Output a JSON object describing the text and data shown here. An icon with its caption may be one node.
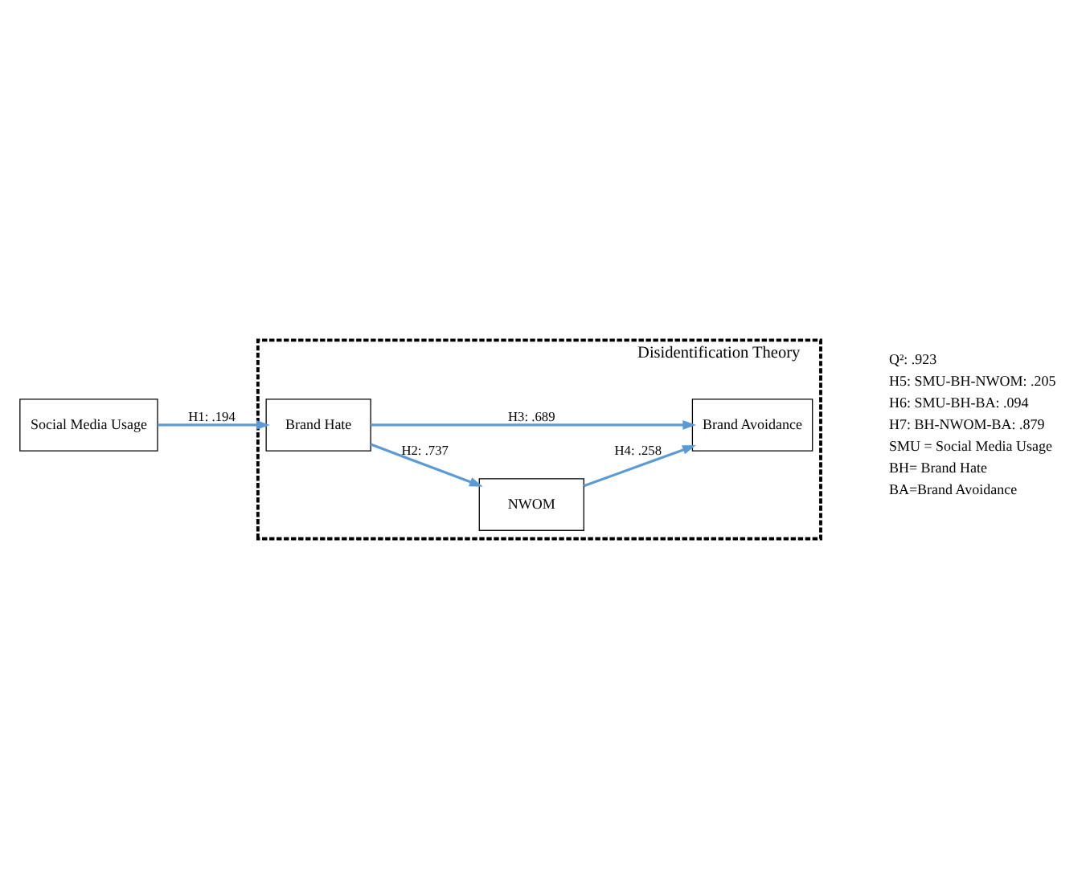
{
  "diagram": {
    "nodes": [
      {
        "text": [
          "Disidentification Theory"
        ]
      },
      {
        "text": [
          "Social Media Usage"
        ]
      },
      {
        "text": [
          "Brand Hate"
        ],
        "in": 0
      },
      {
        "text": [
          "NWOM"
        ],
        "in": 0
      },
      {
        "text": [
          "Brand Avoidance"
        ],
        "in": 0
      }
    ],
    "edges": [
      {
        "from": 1,
        "to": 2,
        "arrow": "to",
        "label": "H1: .194"
      },
      {
        "from": 2,
        "to": 3,
        "arrow": "to",
        "label": "H2: .737"
      },
      {
        "from": 2,
        "to": 4,
        "arrow": "to",
        "label": "H3: .689"
      },
      {
        "from": 3,
        "to": 4,
        "arrow": "to",
        "label": "H4: .258"
      }
    ],
    "labels": [
      "Q²: .923",
      "H5: SMU-BH-NWOM: .205",
      "H6: SMU-BH-BA: .094",
      "H7: BH-NWOM-BA: .879",
      "SMU = Social Media Usage",
      "BH= Brand Hate",
      "BA=Brand Avoidance"
    ]
  }
}
